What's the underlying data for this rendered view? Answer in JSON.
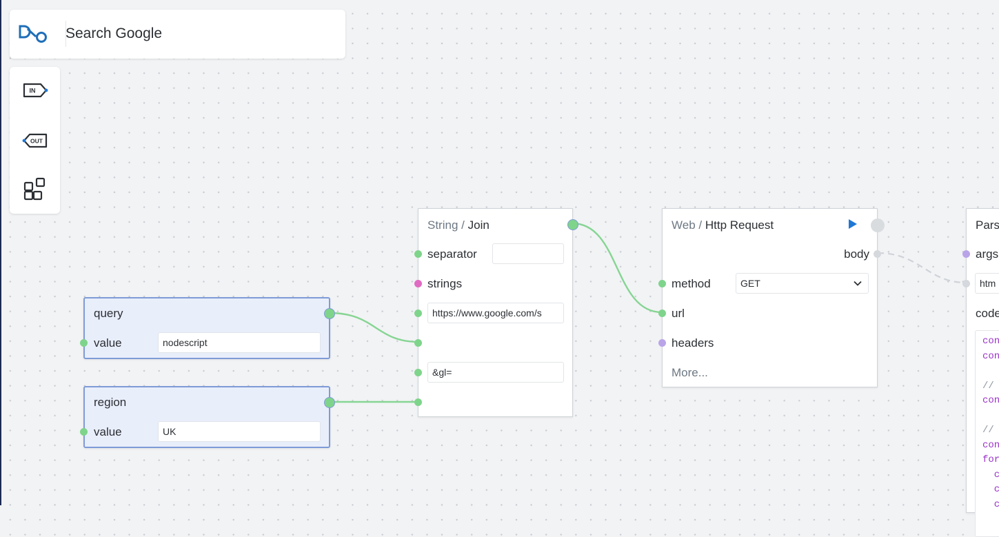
{
  "app": {
    "title": "Search Google"
  },
  "toolbar": {
    "tools": [
      {
        "name": "input-node-tool",
        "icon": "in-tag-icon",
        "label": "IN"
      },
      {
        "name": "output-node-tool",
        "icon": "out-tag-icon",
        "label": "OUT"
      },
      {
        "name": "add-node-tool",
        "icon": "node-library-icon"
      }
    ]
  },
  "nodes": {
    "query": {
      "title": "query",
      "value_label": "value",
      "value": "nodescript"
    },
    "region": {
      "title": "region",
      "value_label": "value",
      "value": "UK"
    },
    "join": {
      "category": "String",
      "sep": "/",
      "name": "Join",
      "separator_label": "separator",
      "separator_value": "",
      "strings_label": "strings",
      "item1": "https://www.google.com/s",
      "item3": "&gl="
    },
    "http": {
      "category": "Web",
      "sep": "/",
      "name": "Http Request",
      "body_label": "body",
      "method_label": "method",
      "method_value": "GET",
      "url_label": "url",
      "headers_label": "headers",
      "more_label": "More..."
    },
    "parse": {
      "title": "Pars",
      "args_label": "args",
      "html_value": "htm",
      "code_label": "code",
      "code_lines": [
        "con",
        "con",
        "",
        "//",
        "con",
        "",
        "//",
        "con",
        "for",
        "  c",
        "  c",
        "  c"
      ]
    }
  },
  "colors": {
    "green_wire": "#86d593",
    "gray_wire": "#cfd3d8",
    "param_border": "#7e9bd6",
    "accent_blue": "#1f77d6"
  }
}
